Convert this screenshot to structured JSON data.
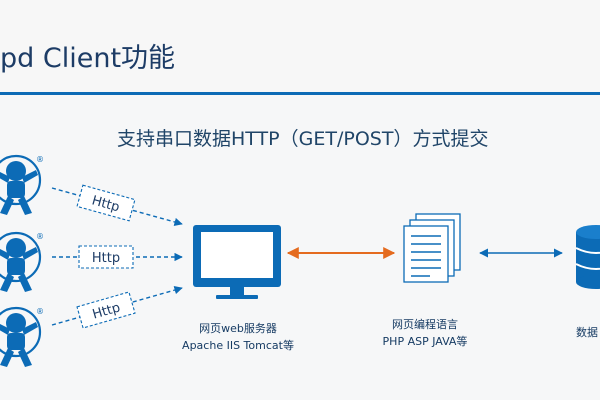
{
  "header": {
    "title": "pd Client功能"
  },
  "subtitle": "支持串口数据HTTP（GET/POST）方式提交",
  "clients": [
    {
      "arrow_label": "Http"
    },
    {
      "arrow_label": "Http"
    },
    {
      "arrow_label": "Http"
    }
  ],
  "client_badge": "®",
  "web_server": {
    "line1": "网页web服务器",
    "line2": "Apache IIS Tomcat等"
  },
  "languages": {
    "line1": "网页编程语言",
    "line2": "PHP ASP JAVA等"
  },
  "database": {
    "line1": "数据"
  },
  "colors": {
    "primary_blue": "#0c6bb6",
    "orange_arrow": "#e46b1f",
    "dark_text": "#1d3c66"
  }
}
